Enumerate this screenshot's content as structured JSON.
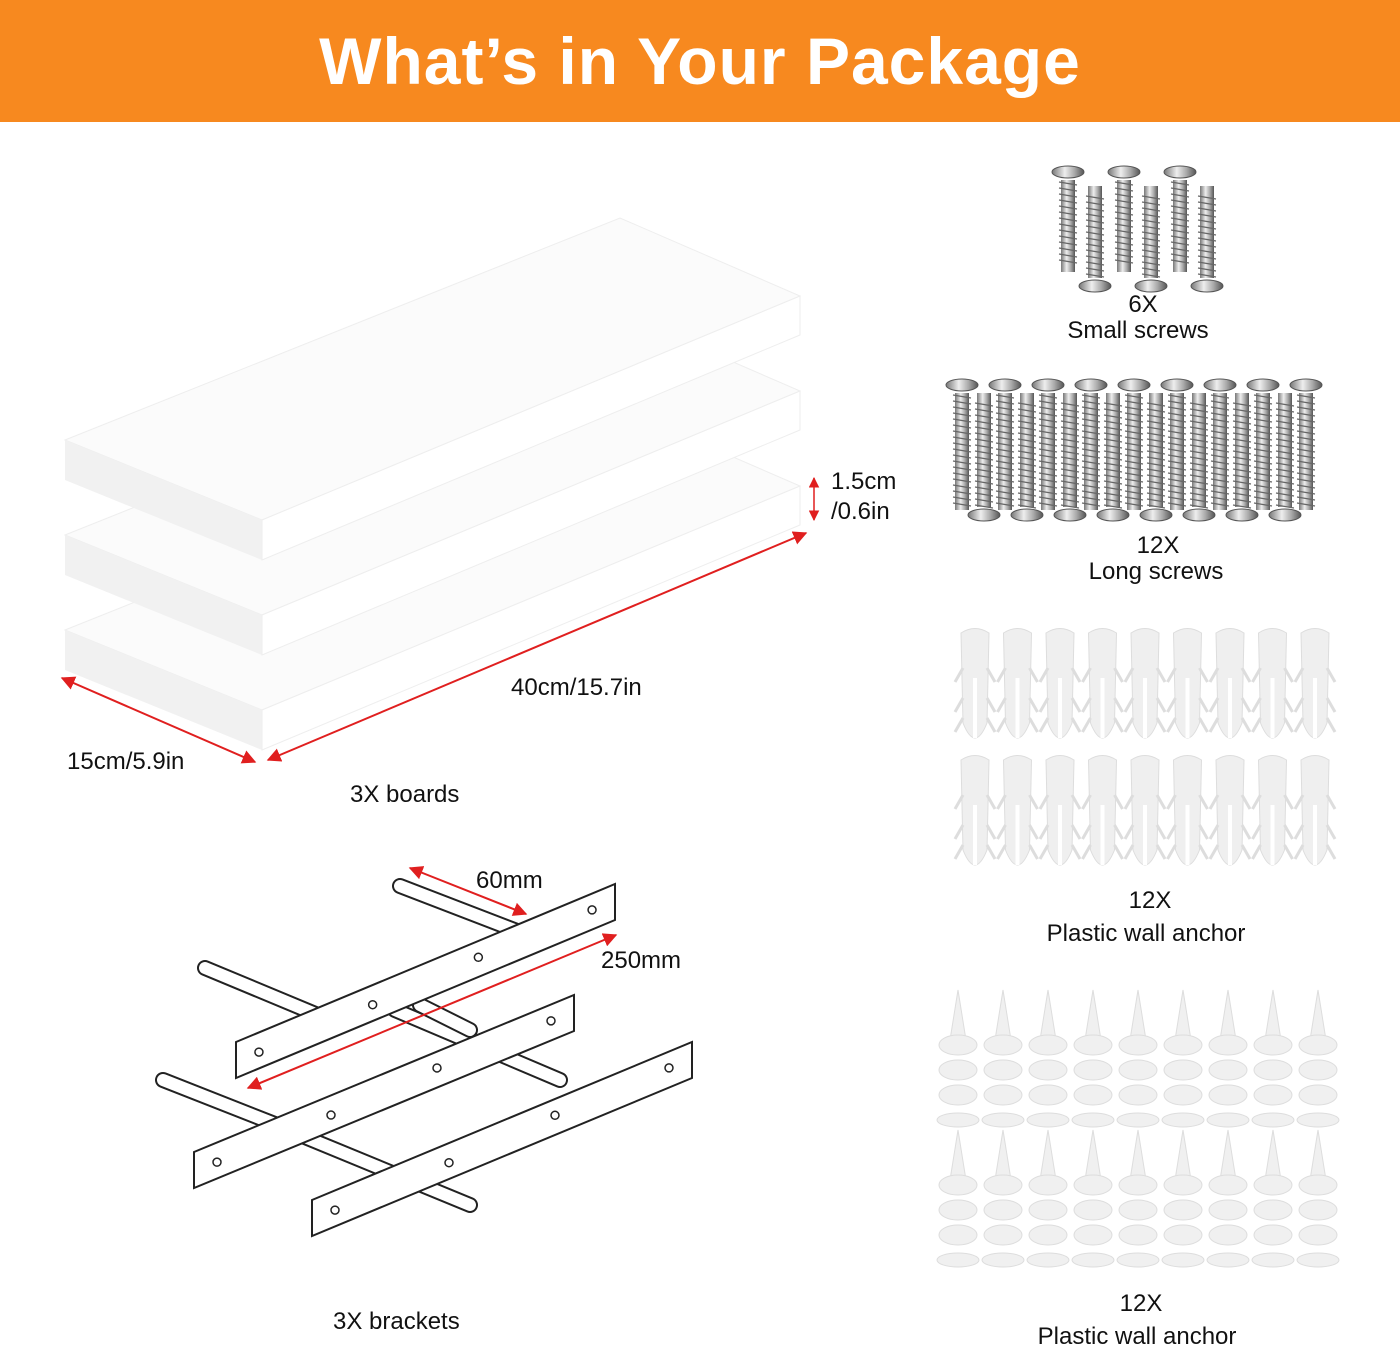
{
  "title": "What’s in Your Package",
  "colors": {
    "banner": "#F7891F",
    "dimension": "#E01F1F"
  },
  "boards": {
    "caption": "3X boards",
    "width_label": "15cm/5.9in",
    "length_label": "40cm/15.7in",
    "thickness_label_1": "1.5cm",
    "thickness_label_2": "/0.6in"
  },
  "brackets": {
    "caption": "3X brackets",
    "rod_label": "60mm",
    "bar_label": "250mm"
  },
  "small_screws": {
    "qty": "6X",
    "name": "Small screws"
  },
  "long_screws": {
    "qty": "12X",
    "name": "Long screws"
  },
  "plastic_anchor": {
    "qty": "12X",
    "name": "Plastic wall anchor"
  },
  "drywall_anchor": {
    "qty": "12X",
    "name": "Plastic wall anchor"
  }
}
